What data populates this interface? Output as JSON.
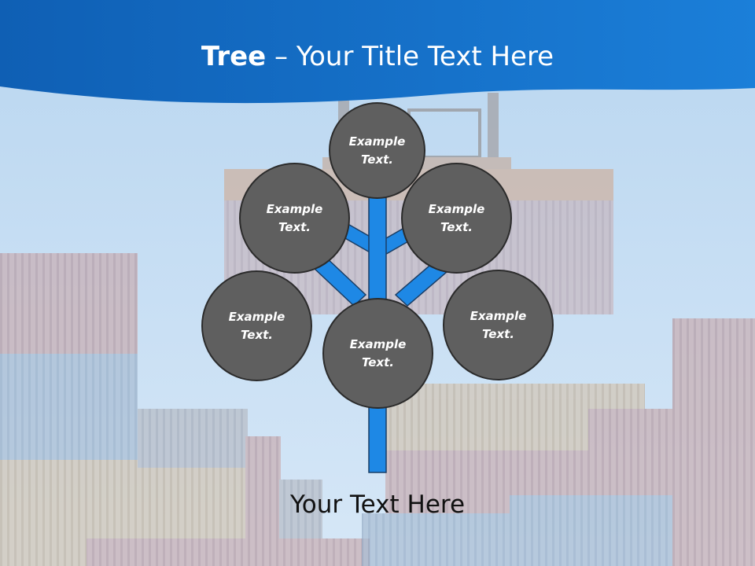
{
  "header": {
    "title_bold": "Tree",
    "title_rest": " – Your Title Text Here"
  },
  "nodes": [
    {
      "id": "top",
      "text": "Example Text."
    },
    {
      "id": "upper-left",
      "text": "Example Text."
    },
    {
      "id": "upper-right",
      "text": "Example Text."
    },
    {
      "id": "lower-left",
      "text": "Example Text."
    },
    {
      "id": "center",
      "text": "Example Text."
    },
    {
      "id": "lower-right",
      "text": "Example Text."
    }
  ],
  "footer": {
    "text": "Your Text Here"
  },
  "colors": {
    "banner": "#1565c0",
    "branch": "#1e88e5",
    "node_fill": "#5f5f5f",
    "node_border": "#2b2b2b"
  },
  "background": {
    "picture": "stacked-shipping-containers-with-crane"
  }
}
